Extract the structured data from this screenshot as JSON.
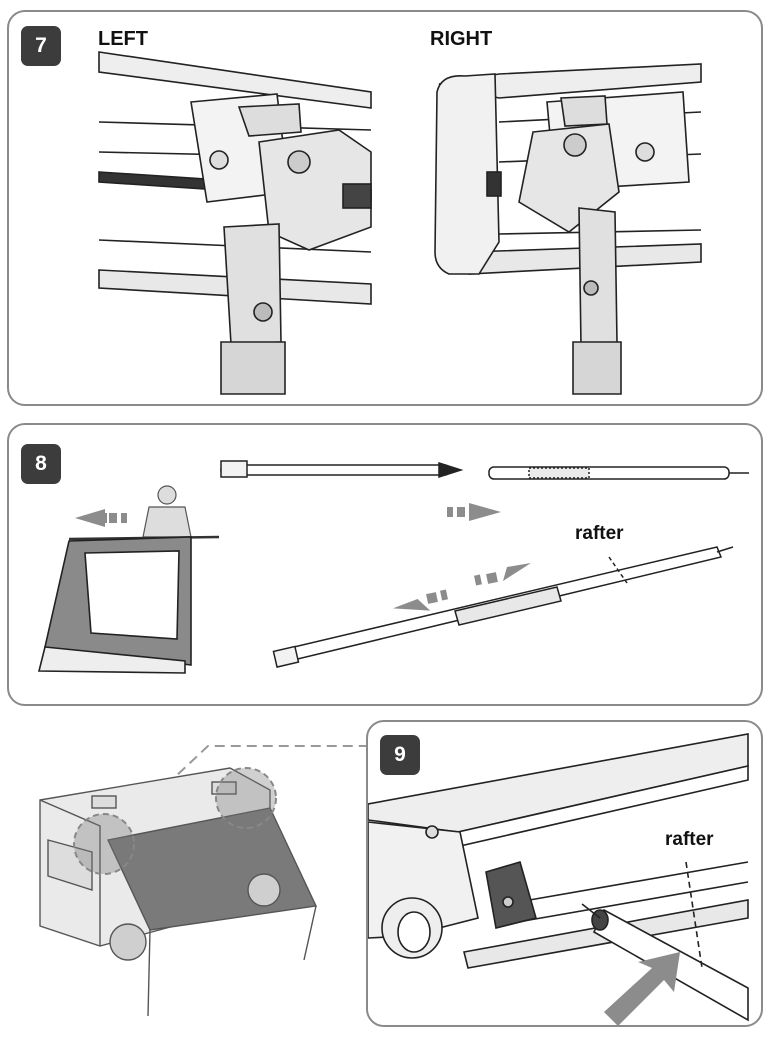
{
  "step7": {
    "number": "7",
    "left_label": "LEFT",
    "right_label": "RIGHT"
  },
  "step8": {
    "number": "8",
    "rafter_label": "rafter"
  },
  "step9": {
    "number": "9",
    "rafter_label": "rafter"
  },
  "colors": {
    "panel_border": "#8a8a8a",
    "badge_bg": "#3c3c3c",
    "arrow": "#8c8c8c",
    "awning_fabric": "#7a7a7a"
  }
}
